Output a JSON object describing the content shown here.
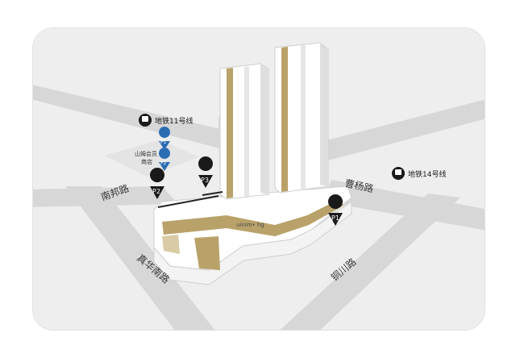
{
  "map": {
    "roads": {
      "nanbang": "南邦路",
      "zhenhua_south": "真华南路",
      "tongchuan": "铜川路",
      "caoyang": "曹杨路"
    },
    "metro": [
      {
        "id": "metro-11",
        "label": "地铁11号线",
        "icon": "metro-train-icon"
      },
      {
        "id": "metro-14",
        "label": "地铁14号线",
        "icon": "metro-train-icon"
      }
    ],
    "store": {
      "label_line1": "山姆会员",
      "label_line2": "商店"
    },
    "parking": [
      {
        "id": "p1-store",
        "label": "P1",
        "color": "#2a6db3"
      },
      {
        "id": "p2-store",
        "label": "P2",
        "color": "#2a6db3"
      },
      {
        "id": "p2-main",
        "label": "P2",
        "color": "#1a1a1a"
      },
      {
        "id": "p3-main",
        "label": "P3",
        "color": "#1a1a1a"
      },
      {
        "id": "p1-main",
        "label": "P1",
        "color": "#1a1a1a"
      }
    ],
    "building_sign": "uinim• hg",
    "colors": {
      "background": "#eeeeee",
      "road": "#d6d6d6",
      "accent_gold": "#b9a26a",
      "dark_pin": "#1a1a1a",
      "blue_pin": "#2a6db3"
    }
  }
}
